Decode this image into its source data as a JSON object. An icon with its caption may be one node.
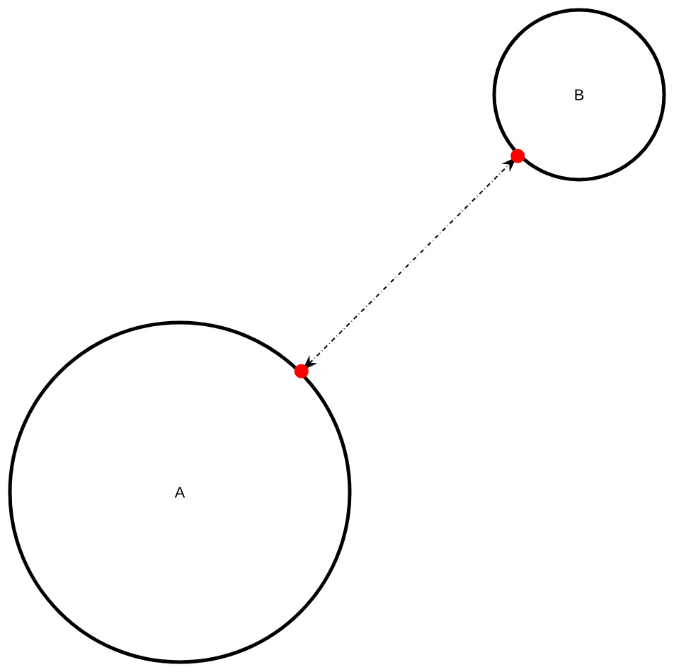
{
  "diagram": {
    "nodes": [
      {
        "text": [
          "A"
        ]
      },
      {
        "text": [
          "B"
        ]
      }
    ],
    "edges": [
      {
        "from": 0,
        "to": 1,
        "arrow": "both",
        "style": "dashed"
      }
    ]
  }
}
